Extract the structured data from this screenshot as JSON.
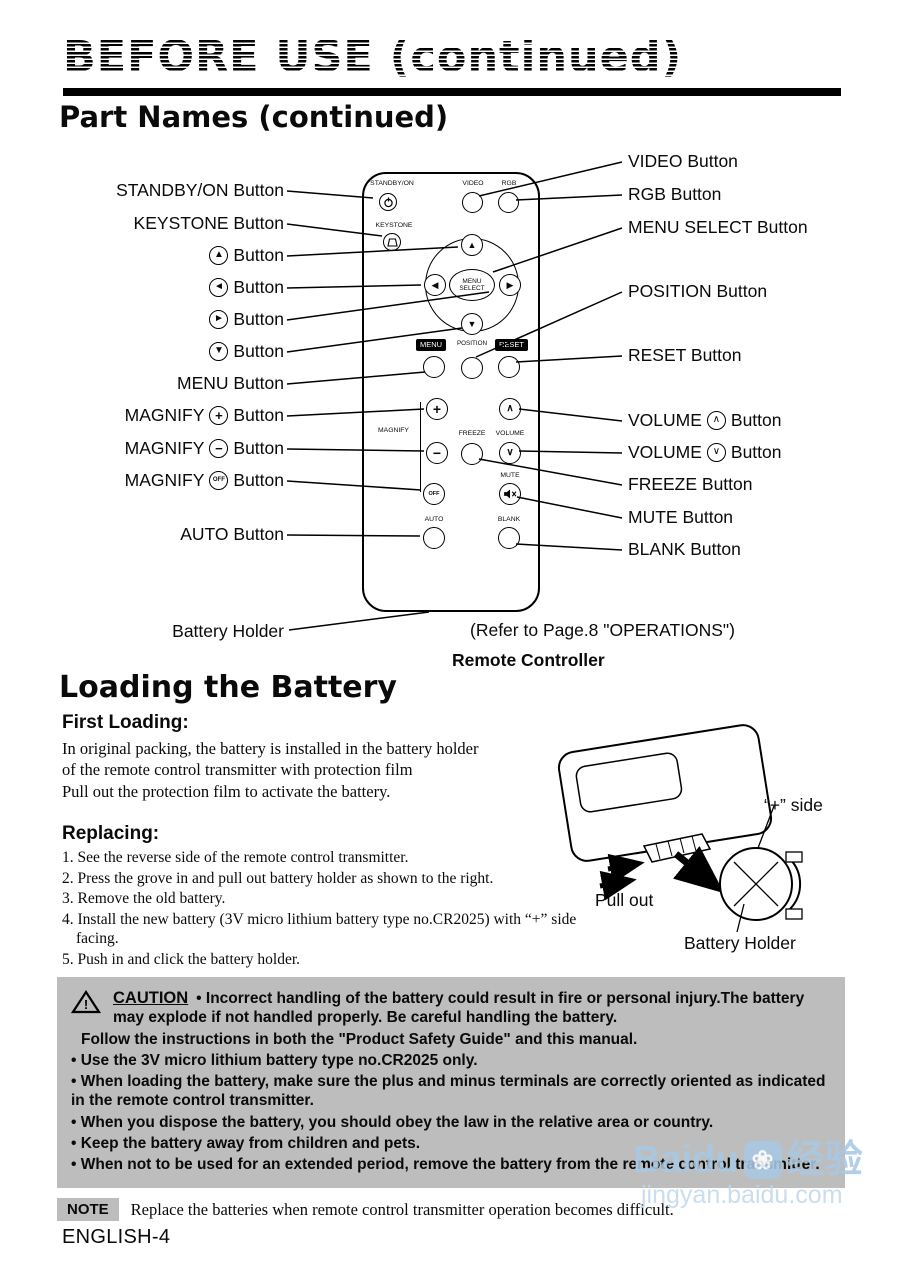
{
  "header": {
    "title": "BEFORE USE (continued)"
  },
  "part_names": {
    "heading": "Part Names (continued)",
    "caption": "Remote Controller",
    "refer_note": "(Refer to Page.8 \"OPERATIONS\")",
    "left_labels": [
      {
        "pre": "STANDBY/ON Button",
        "sym": "",
        "post": ""
      },
      {
        "pre": "KEYSTONE Button",
        "sym": "",
        "post": ""
      },
      {
        "pre": "",
        "sym": "▲",
        "post": "Button"
      },
      {
        "pre": "",
        "sym": "◄",
        "post": "Button"
      },
      {
        "pre": "",
        "sym": "►",
        "post": "Button"
      },
      {
        "pre": "",
        "sym": "▼",
        "post": "Button"
      },
      {
        "pre": "MENU Button",
        "sym": "",
        "post": ""
      },
      {
        "pre": "MAGNIFY",
        "sym": "+",
        "post": "Button"
      },
      {
        "pre": "MAGNIFY",
        "sym": "−",
        "post": "Button"
      },
      {
        "pre": "MAGNIFY",
        "sym": "OFF",
        "post": "Button"
      },
      {
        "pre": "AUTO Button",
        "sym": "",
        "post": ""
      },
      {
        "pre": "Battery Holder",
        "sym": "",
        "post": ""
      }
    ],
    "right_labels": [
      {
        "pre": "VIDEO Button",
        "sym": "",
        "post": ""
      },
      {
        "pre": "RGB Button",
        "sym": "",
        "post": ""
      },
      {
        "pre": "MENU SELECT Button",
        "sym": "",
        "post": ""
      },
      {
        "pre": "POSITION Button",
        "sym": "",
        "post": ""
      },
      {
        "pre": "RESET Button",
        "sym": "",
        "post": ""
      },
      {
        "pre": "VOLUME",
        "sym": "∧",
        "post": "Button"
      },
      {
        "pre": "VOLUME",
        "sym": "∨",
        "post": "Button"
      },
      {
        "pre": "FREEZE Button",
        "sym": "",
        "post": ""
      },
      {
        "pre": "MUTE Button",
        "sym": "",
        "post": ""
      },
      {
        "pre": "BLANK Button",
        "sym": "",
        "post": ""
      }
    ],
    "remote": {
      "standby": "STANDBY/ON",
      "video": "VIDEO",
      "rgb": "RGB",
      "keystone": "KEYSTONE",
      "menu_select": "MENU SELECT",
      "menu": "MENU",
      "position": "POSITION",
      "reset": "RESET",
      "magnify": "MAGNIFY",
      "freeze": "FREEZE",
      "volume": "VOLUME",
      "mute": "MUTE",
      "off": "OFF",
      "auto": "AUTO",
      "blank": "BLANK",
      "plus": "+",
      "minus": "−",
      "chevron_up": "∧",
      "chevron_down": "∨",
      "up": "▲",
      "down": "▼",
      "left": "◀",
      "right": "▶"
    }
  },
  "battery": {
    "heading": "Loading the Battery",
    "first_loading": {
      "heading": "First Loading:",
      "body": "In original packing, the battery is installed in the battery holder\nof the remote control transmitter with protection film\nPull out the protection film  to activate the battery."
    },
    "replacing": {
      "heading": "Replacing:",
      "steps": [
        "1. See the reverse side of the remote control transmitter.",
        "2. Press the grove in and pull out battery holder as shown to the right.",
        "3. Remove the old battery.",
        "4. Install the new battery (3V micro lithium battery type no.CR2025) with “+” side facing.",
        "5. Push in and click the battery holder."
      ]
    },
    "illustration": {
      "plus_side": "“+” side",
      "pull_out": "Pull out",
      "battery_holder": "Battery Holder"
    }
  },
  "caution": {
    "title": "CAUTION",
    "intro": "• Incorrect handling of the battery could result in fire or personal injury.The battery may explode if not handled properly. Be careful handling the battery.",
    "lines": [
      "Follow the instructions in both the \"Product Safety Guide\" and this manual.",
      "• Use the 3V micro lithium battery type no.CR2025 only.",
      "• When loading the battery, make sure the plus and minus terminals are correctly oriented as indicated in the remote control transmitter.",
      "• When you dispose the battery, you should obey the law in the relative area or country.",
      "• Keep the battery away from children and pets.",
      "• When not to be used for an extended period, remove the battery from the remote control transmitter."
    ]
  },
  "note": {
    "label": "NOTE",
    "text": "Replace the batteries when remote control transmitter operation becomes difficult."
  },
  "footer": {
    "page_label": "ENGLISH-4"
  },
  "watermark": {
    "brand_latin": "Baidu",
    "brand_cn": "经验",
    "url": "jingyan.baidu.com"
  }
}
